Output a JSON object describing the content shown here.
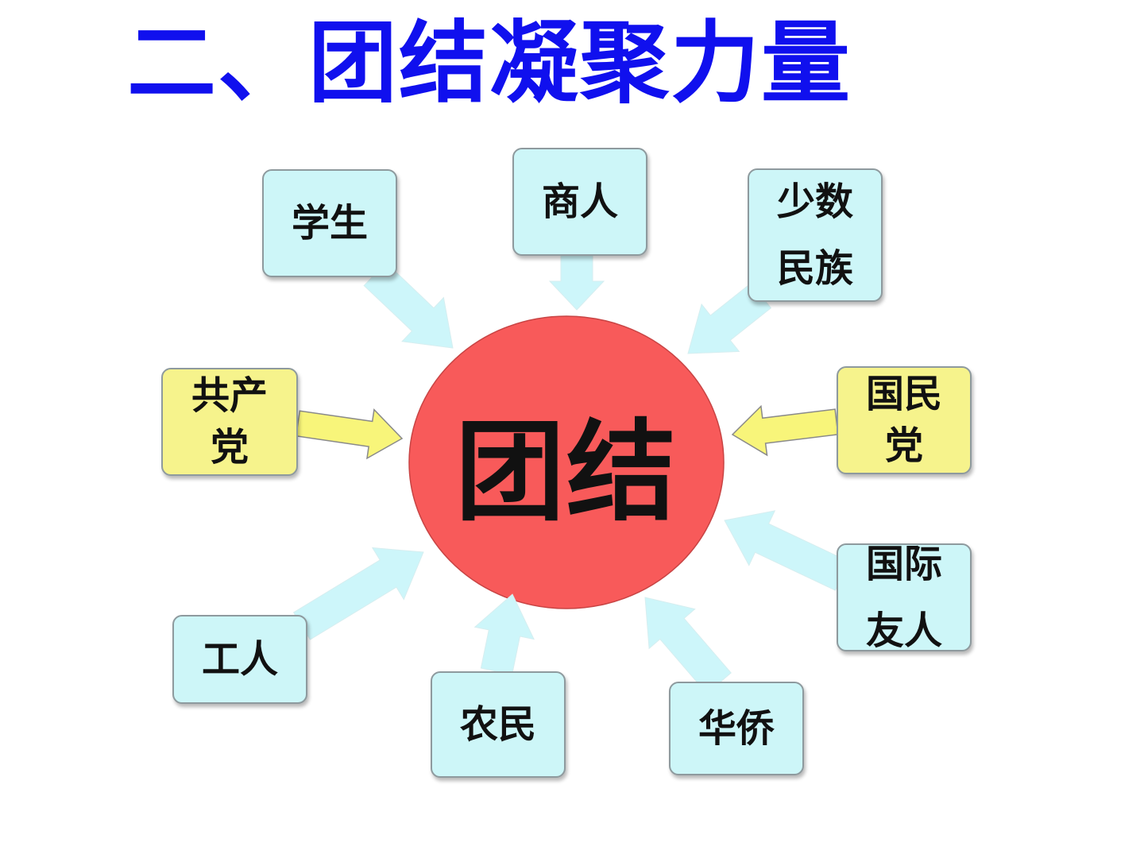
{
  "title": "二、团结凝聚力量",
  "center": {
    "label": "团结",
    "color": "#f85a5a"
  },
  "colors": {
    "title": "#1010ee",
    "light_box": "#cdf6f8",
    "highlight_box": "#f6f38c",
    "light_arrow": "#cdf6fa",
    "highlight_arrow": "#f8f57a"
  },
  "groups": [
    {
      "id": "student",
      "label": "学生",
      "style": "light"
    },
    {
      "id": "merchant",
      "label": "商人",
      "style": "light"
    },
    {
      "id": "ethnic-minority",
      "label": "少数\n民族",
      "style": "light"
    },
    {
      "id": "communist-party",
      "label": "共产\n党",
      "style": "yellow"
    },
    {
      "id": "kuomintang",
      "label": "国民\n党",
      "style": "yellow"
    },
    {
      "id": "worker",
      "label": "工人",
      "style": "light"
    },
    {
      "id": "farmer",
      "label": "农民",
      "style": "light"
    },
    {
      "id": "overseas-chinese",
      "label": "华侨",
      "style": "light"
    },
    {
      "id": "international-friends",
      "label": "国际\n友人",
      "style": "light"
    }
  ]
}
